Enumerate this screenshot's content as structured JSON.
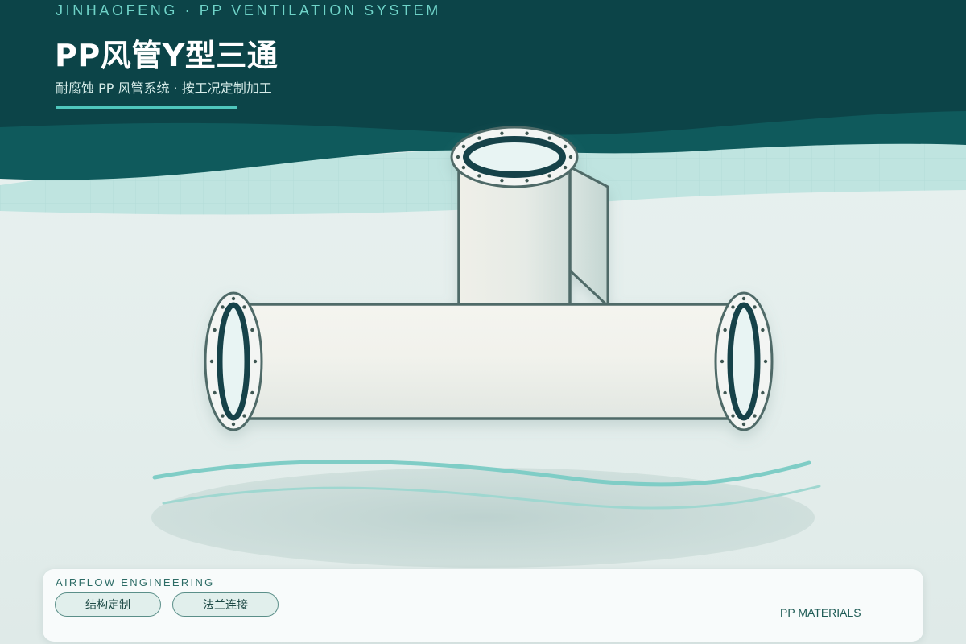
{
  "header": {
    "brand": "JINHAOFENG · PP VENTILATION SYSTEM",
    "title": "PP风管Y型三通",
    "subtitle": "耐腐蚀 PP 风管系统 · 按工况定制加工"
  },
  "card": {
    "label": "AIRFLOW ENGINEERING",
    "chips": [
      "结构定制",
      "法兰连接"
    ],
    "materials": "PP MATERIALS"
  },
  "colors": {
    "header_dark": "#0c4448",
    "wave_mid": "#0f5a5c",
    "wave_light": "#bfe4e0",
    "accent": "#4fc7bd",
    "pipe_outline": "#4f6b67",
    "flange_ring": "#17434a"
  },
  "icons": {
    "product": "pp-y-tee-pipe-illustration"
  }
}
